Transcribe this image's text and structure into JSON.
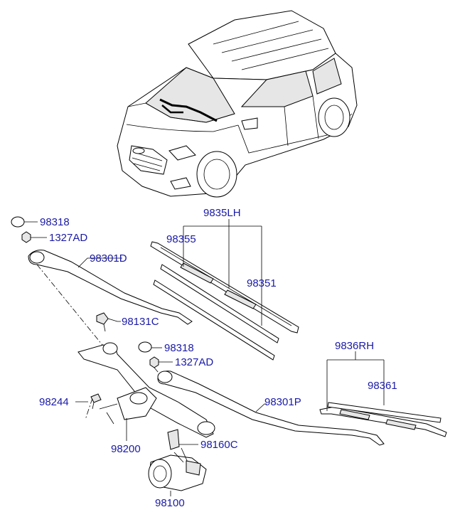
{
  "labels": {
    "p98318a": "98318",
    "p1327ADa": "1327AD",
    "p98301D": "98301D",
    "p9835LH": "9835LH",
    "p98355": "98355",
    "p98351": "98351",
    "p98131C": "98131C",
    "p98318b": "98318",
    "p1327ADb": "1327AD",
    "p9836RH": "9836RH",
    "p98361": "98361",
    "p98244": "98244",
    "p98301P": "98301P",
    "p98200": "98200",
    "p98160C": "98160C",
    "p98100": "98100"
  },
  "colors": {
    "label": "#1a1aa8",
    "line": "#000000"
  }
}
